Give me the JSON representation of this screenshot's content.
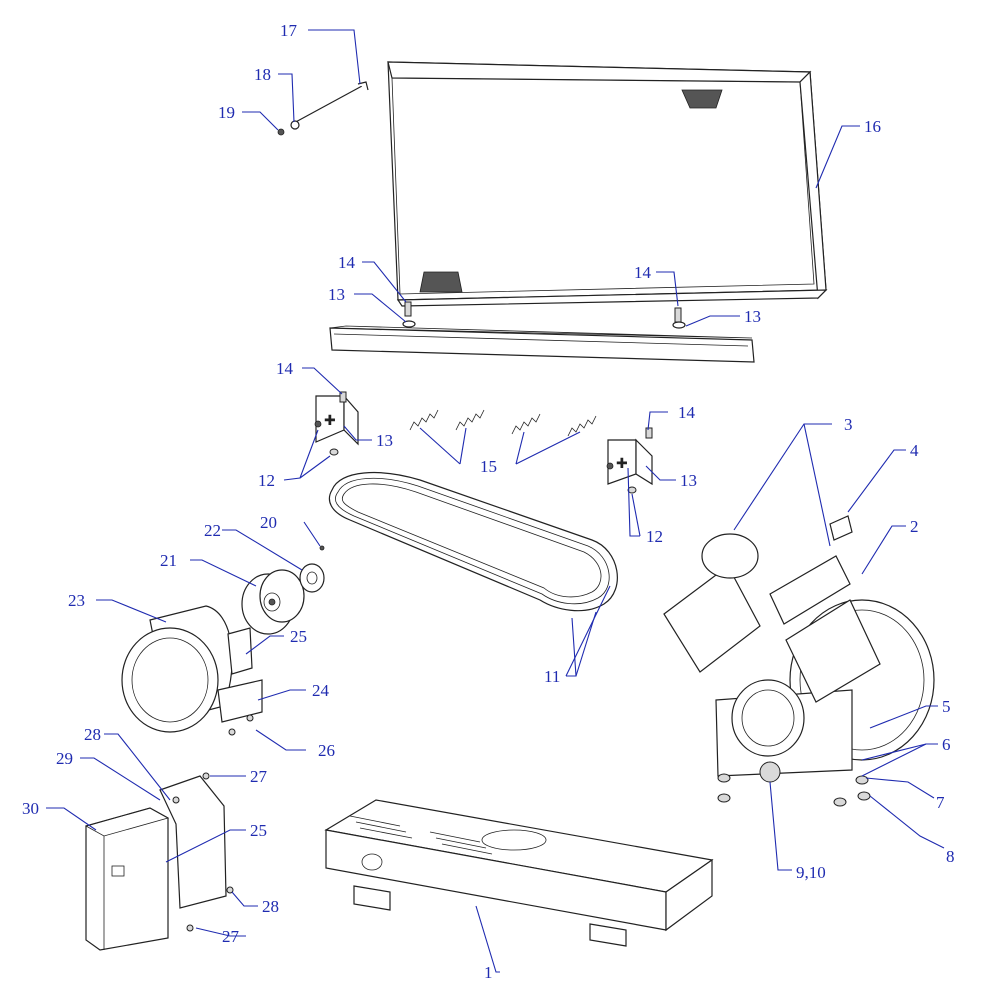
{
  "diagram": {
    "callouts": [
      {
        "id": "c1",
        "text": "1"
      },
      {
        "id": "c2",
        "text": "2"
      },
      {
        "id": "c3",
        "text": "3"
      },
      {
        "id": "c4",
        "text": "4"
      },
      {
        "id": "c5",
        "text": "5"
      },
      {
        "id": "c6",
        "text": "6"
      },
      {
        "id": "c7",
        "text": "7"
      },
      {
        "id": "c8",
        "text": "8"
      },
      {
        "id": "c910",
        "text": "9,10"
      },
      {
        "id": "c11",
        "text": "11"
      },
      {
        "id": "c12a",
        "text": "12"
      },
      {
        "id": "c12b",
        "text": "12"
      },
      {
        "id": "c13a",
        "text": "13"
      },
      {
        "id": "c13b",
        "text": "13"
      },
      {
        "id": "c13c",
        "text": "13"
      },
      {
        "id": "c13d",
        "text": "13"
      },
      {
        "id": "c14a",
        "text": "14"
      },
      {
        "id": "c14b",
        "text": "14"
      },
      {
        "id": "c14c",
        "text": "14"
      },
      {
        "id": "c14d",
        "text": "14"
      },
      {
        "id": "c15",
        "text": "15"
      },
      {
        "id": "c16",
        "text": "16"
      },
      {
        "id": "c17",
        "text": "17"
      },
      {
        "id": "c18",
        "text": "18"
      },
      {
        "id": "c19",
        "text": "19"
      },
      {
        "id": "c20",
        "text": "20"
      },
      {
        "id": "c21",
        "text": "21"
      },
      {
        "id": "c22",
        "text": "22"
      },
      {
        "id": "c23",
        "text": "23"
      },
      {
        "id": "c24",
        "text": "24"
      },
      {
        "id": "c25a",
        "text": "25"
      },
      {
        "id": "c25b",
        "text": "25"
      },
      {
        "id": "c26",
        "text": "26"
      },
      {
        "id": "c27a",
        "text": "27"
      },
      {
        "id": "c27b",
        "text": "27"
      },
      {
        "id": "c28a",
        "text": "28"
      },
      {
        "id": "c28b",
        "text": "28"
      },
      {
        "id": "c29",
        "text": "29"
      },
      {
        "id": "c30",
        "text": "30"
      }
    ]
  }
}
